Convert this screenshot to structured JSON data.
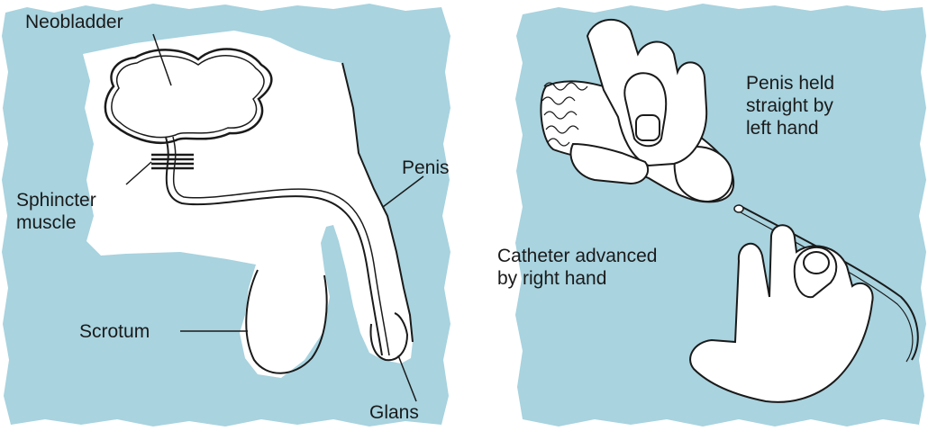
{
  "colors": {
    "background_wash": "#a8d3df",
    "body_fill": "#ffffff",
    "outline": "#1a1a1a"
  },
  "left_panel": {
    "labels": {
      "neobladder": "Neobladder",
      "sphincter_line1": "Sphincter",
      "sphincter_line2": "muscle",
      "penis": "Penis",
      "scrotum": "Scrotum",
      "glans": "Glans"
    }
  },
  "right_panel": {
    "labels": {
      "penis_held_line1": "Penis held",
      "penis_held_line2": "straight by",
      "penis_held_line3": "left hand",
      "catheter_line1": "Catheter advanced",
      "catheter_line2": "by right hand"
    }
  }
}
